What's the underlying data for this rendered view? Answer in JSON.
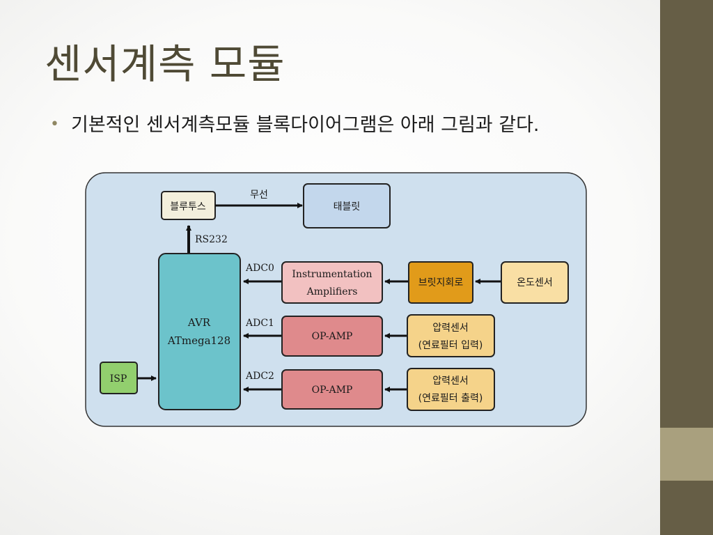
{
  "slide": {
    "title": "센서계측 모듈",
    "bullet_text": "기본적인 센서계측모듈 블록다이어그램은 아래 그림과 같다."
  },
  "diagram": {
    "bluetooth": "블루투스",
    "wireless": "무선",
    "tablet": "태블릿",
    "rs232": "RS232",
    "avr_line1": "AVR",
    "avr_line2": "ATmega128",
    "isp": "ISP",
    "adc0": "ADC0",
    "adc1": "ADC1",
    "adc2": "ADC2",
    "instr_line1": "Instrumentation",
    "instr_line2": "Amplifiers",
    "opamp1": "OP-AMP",
    "opamp2": "OP-AMP",
    "bridge": "브릿지회로",
    "temp_sensor": "온도센서",
    "pressure1_line1": "압력센서",
    "pressure1_line2": "(연료필터 입력)",
    "pressure2_line1": "압력센서",
    "pressure2_line2": "(연료필터 출력)"
  },
  "colors": {
    "panel": "#cfe0ee",
    "avr": "#6cc3cb",
    "tablet": "#c3d7ec",
    "bluetooth": "#f3efdc",
    "isp": "#92cf6e",
    "instr": "#f2c1c1",
    "opamp": "#df8a8c",
    "bridge": "#e19b1a",
    "temp": "#f9dfa4",
    "pressure": "#f5d38a",
    "sidebar": "#665e46",
    "sidebar_accent": "#a9a07e",
    "title": "#4f4a35"
  }
}
